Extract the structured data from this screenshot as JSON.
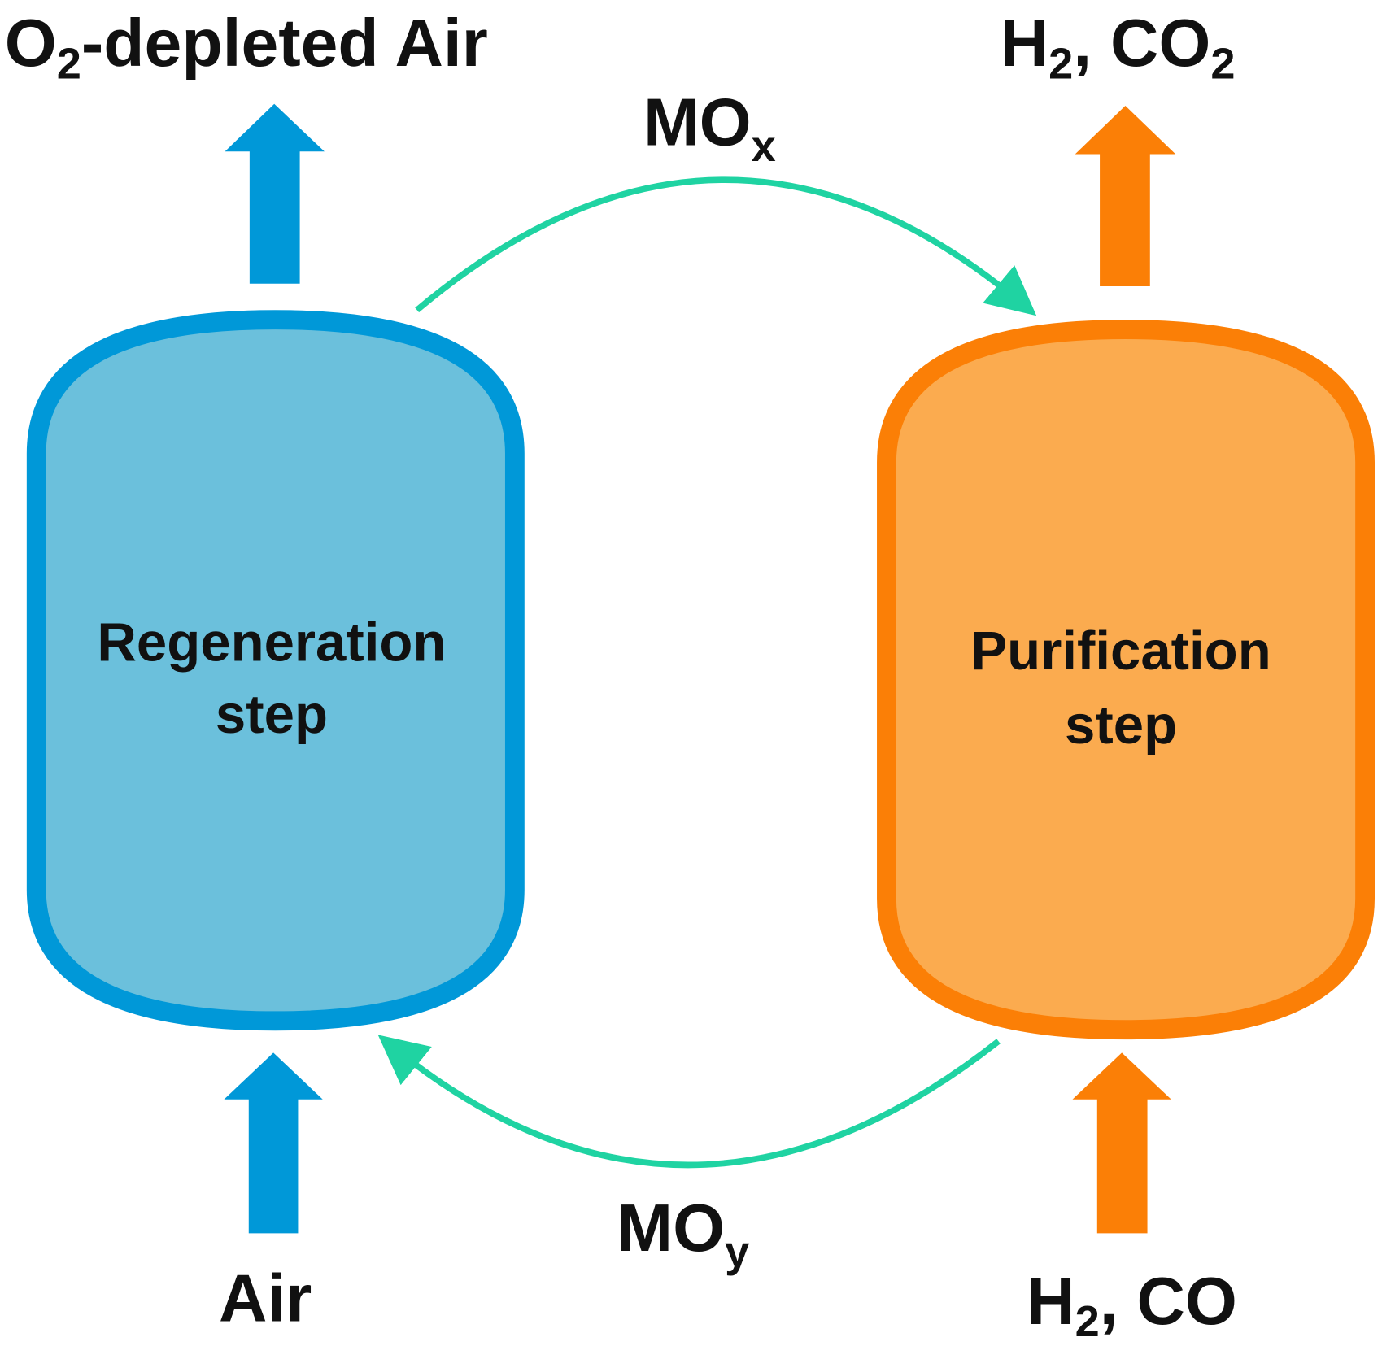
{
  "labels": {
    "top_left": {
      "main": "O",
      "sub": "2",
      "rest": "-depleted Air"
    },
    "top_right": {
      "a": "H",
      "a_sub": "2",
      "b": ", CO",
      "b_sub": "2"
    },
    "bottom_left": "Air",
    "bottom_right": {
      "a": "H",
      "a_sub": "2",
      "b": ", CO"
    },
    "arc_top": {
      "main": "MO",
      "sub": "x"
    },
    "arc_bottom": {
      "main": "MO",
      "sub": "y"
    }
  },
  "vessels": {
    "left": {
      "line1": "Regeneration",
      "line2": "step"
    },
    "right": {
      "line1": "Purification",
      "line2": "step"
    }
  },
  "colors": {
    "blue_stroke": "#0098d8",
    "blue_fill": "#6bc0dc",
    "orange_stroke": "#fb7f06",
    "orange_fill": "#fbab4f",
    "green_arc": "#1fd3a2"
  }
}
